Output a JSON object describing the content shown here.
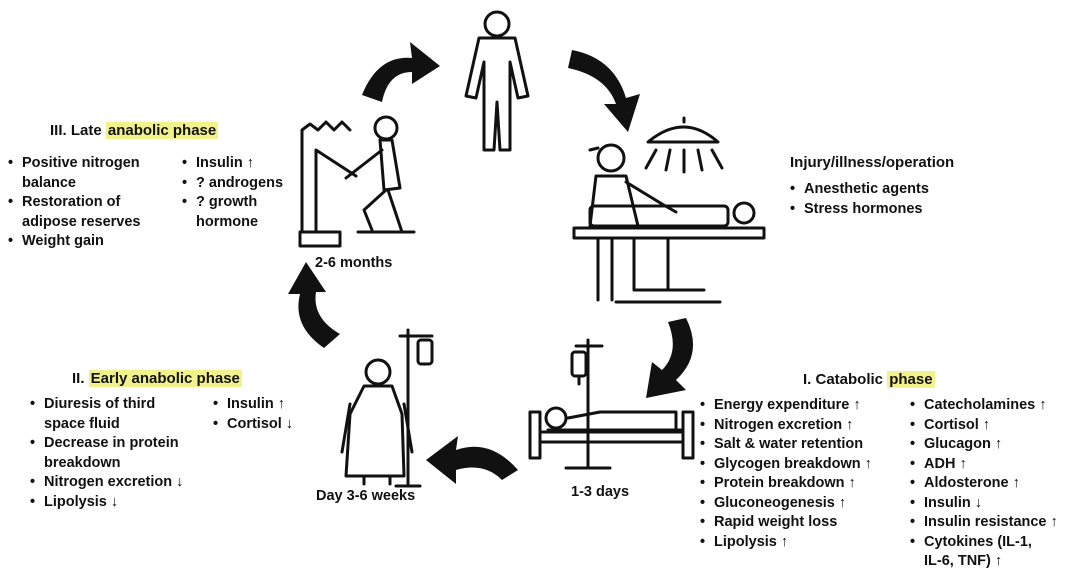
{
  "phase3": {
    "heading_prefix": "III. Late ",
    "heading_highlight": "anabolic phase",
    "list_left": [
      {
        "text": "Positive nitrogen"
      },
      {
        "text": "balance",
        "cont": true
      },
      {
        "text": "Restoration of"
      },
      {
        "text": "adipose reserves",
        "cont": true
      },
      {
        "text": "Weight gain"
      }
    ],
    "list_right": [
      {
        "text": "Insulin ↑"
      },
      {
        "text": "? androgens"
      },
      {
        "text": "? growth"
      },
      {
        "text": "hormone",
        "cont": true
      }
    ],
    "time_label": "2-6 months"
  },
  "injury": {
    "heading": "Injury/illness/operation",
    "list": [
      {
        "text": "Anesthetic agents"
      },
      {
        "text": "Stress hormones"
      }
    ]
  },
  "phase2": {
    "heading_prefix": "II. ",
    "heading_highlight": "Early anabolic phase",
    "list_left": [
      {
        "text": "Diuresis of third"
      },
      {
        "text": "space fluid",
        "cont": true
      },
      {
        "text": "Decrease in protein"
      },
      {
        "text": "breakdown",
        "cont": true
      },
      {
        "text": "Nitrogen excretion ↓"
      },
      {
        "text": "Lipolysis ↓"
      }
    ],
    "list_right": [
      {
        "text": "Insulin ↑"
      },
      {
        "text": "Cortisol ↓"
      }
    ],
    "time_label": "Day 3-6 weeks"
  },
  "phase1": {
    "heading_prefix": "I. Catabolic ",
    "heading_highlight": "phase",
    "list_left": [
      {
        "text": "Energy expenditure ↑"
      },
      {
        "text": "Nitrogen excretion ↑"
      },
      {
        "text": "Salt & water retention"
      },
      {
        "text": "Glycogen breakdown ↑"
      },
      {
        "text": "Protein breakdown ↑"
      },
      {
        "text": "Gluconeogenesis ↑"
      },
      {
        "text": "Rapid weight loss"
      },
      {
        "text": "Lipolysis ↑"
      }
    ],
    "list_right": [
      {
        "text": "Catecholamines ↑"
      },
      {
        "text": "Cortisol ↑"
      },
      {
        "text": "Glucagon ↑"
      },
      {
        "text": "ADH ↑"
      },
      {
        "text": "Aldosterone ↑"
      },
      {
        "text": "Insulin ↓"
      },
      {
        "text": "Insulin resistance ↑"
      },
      {
        "text": "Cytokines (IL-1,"
      },
      {
        "text": "IL-6, TNF) ↑",
        "cont": true
      }
    ],
    "time_label": "1-3 days"
  },
  "colors": {
    "highlight": "#f2f28a",
    "ink": "#111111"
  }
}
